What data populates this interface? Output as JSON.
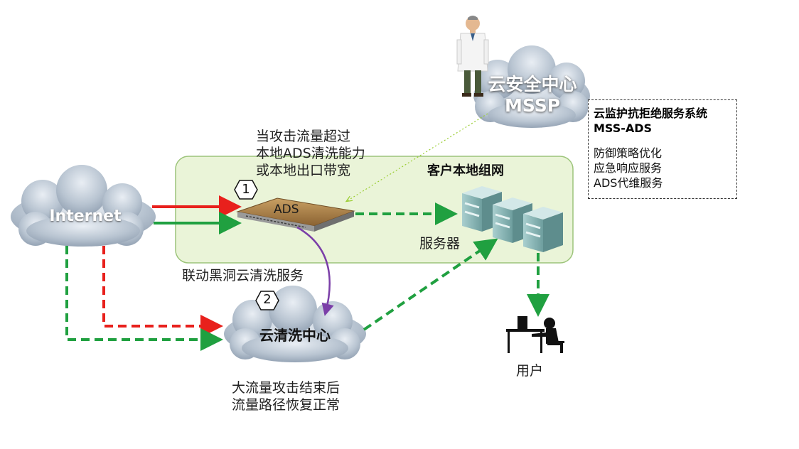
{
  "clouds": {
    "internet": "Internet",
    "cleaning_center": "云清洗中心",
    "security_center": [
      "云安全中心",
      "MSSP"
    ]
  },
  "local_network": {
    "title": "客户本地组网"
  },
  "devices": {
    "ads": "ADS",
    "server": "服务器",
    "user": "用户"
  },
  "annotations": {
    "attack_threshold": [
      "当攻击流量超过",
      "本地ADS清洗能力",
      "或本地出口带宽"
    ],
    "linkage": "联动黑洞云清洗服务",
    "recovery": [
      "大流量攻击结束后",
      "流量路径恢复正常"
    ]
  },
  "steps": [
    "1",
    "2"
  ],
  "service_box": {
    "title": [
      "云监护抗拒绝服务系统",
      "MSS-ADS"
    ],
    "items": [
      "防御策略优化",
      "应急响应服务",
      "ADS代维服务"
    ]
  },
  "colors": {
    "attack_flow": "#e8201c",
    "normal_flow": "#20a040",
    "linkage_arrow": "#7b3fa8",
    "mssp_link": "#9acd32",
    "local_network_fill": "#eaf4d8",
    "local_network_border": "#9cc47a"
  }
}
